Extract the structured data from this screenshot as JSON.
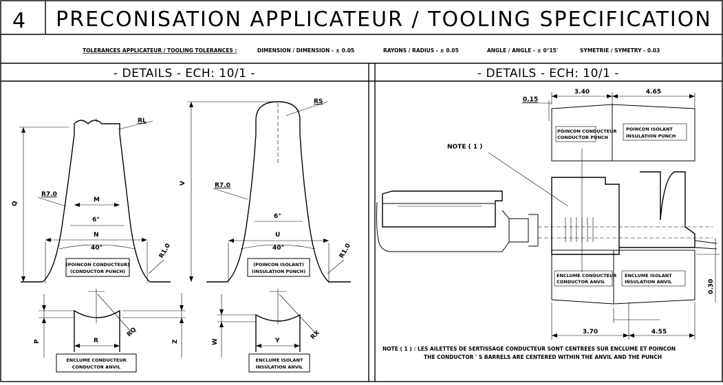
{
  "header": {
    "section_number": "4",
    "title": "PRECONISATION APPLICATEUR / TOOLING SPECIFICATION"
  },
  "tolerances": {
    "label": "TOLERANCES APPLICATEUR / TOOLING TOLERANCES :",
    "dimension": "DIMENSION / DIMENSION -   ± 0.05",
    "radius": "RAYONS / RADIUS - ± 0.05",
    "angle": "ANGLE / ANGLE - ± 0°15'",
    "symmetry": "SYMETRIE / SYMETRY -   0.03"
  },
  "left_panel": {
    "heading": "- DETAILS - ECH: 10/1 -",
    "conductor_punch": {
      "label_fr": "(POINCON CONDUCTEUR)",
      "label_en": "(CONDUCTOR PUNCH)",
      "dim_RL": "RL",
      "dim_Q": "Q",
      "dim_R7": "R7.0",
      "dim_M": "M",
      "dim_6deg": "6°",
      "dim_N": "N",
      "dim_40deg": "40°",
      "dim_R1": "R1.0"
    },
    "insulation_punch": {
      "label_fr": "(POINCON ISOLANT)",
      "label_en": "(INSULATION PUNCH)",
      "dim_RS": "RS",
      "dim_V": "V",
      "dim_R7": "R7.0",
      "dim_6deg": "6°",
      "dim_U": "U",
      "dim_40deg": "40°",
      "dim_R1": "R1.0"
    },
    "conductor_anvil": {
      "label_fr": "ENCLUME CONDUCTEUR",
      "label_en": "CONDUCTOR ANVIL",
      "dim_P": "P",
      "dim_R": "R",
      "dim_RQ": "RQ",
      "dim_Z": "Z"
    },
    "insulation_anvil": {
      "label_fr": "ENCLUME ISOLANT",
      "label_en": "INSULATION ANVIL",
      "dim_W": "W",
      "dim_Y": "Y",
      "dim_RX": "RX"
    }
  },
  "right_panel": {
    "heading": "- DETAILS - ECH: 10/1 -",
    "dim_top_340": "3.40",
    "dim_top_465": "4.65",
    "dim_015": "0.15",
    "dim_bot_370": "3.70",
    "dim_bot_455": "4.55",
    "dim_030": "0.30",
    "note_callout": "NOTE ( 1 )",
    "boxes": {
      "conductor_punch_fr": "POINCON CONDUCTEUR",
      "conductor_punch_en": "CONDUCTOR PUNCH",
      "insulation_punch_fr": "POINCON ISOLANT",
      "insulation_punch_en": "INSULATION PUNCH",
      "conductor_anvil_fr": "ENCLUME CONDUCTEUR",
      "conductor_anvil_en": "CONDUCTOR ANVIL",
      "insulation_anvil_fr": "ENCLUME ISOLANT",
      "insulation_anvil_en": "INSULATION ANVIL"
    },
    "note_line1": "NOTE ( 1 ) :   LES AILETTES DE SERTISSAGE CONDUCTEUR SONT CENTREES SUR ENCLUME ET POINCON",
    "note_line2": "THE CONDUCTOR ' S BARRELS ARE CENTERED WITHIN THE ANVIL AND THE PUNCH"
  }
}
